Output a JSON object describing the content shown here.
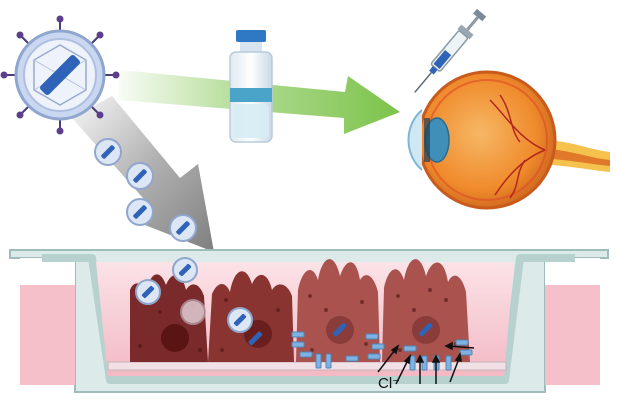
{
  "diagram": {
    "elements": [
      {
        "name": "virus-particle",
        "icon": "aav-capsid-icon"
      },
      {
        "name": "medication-vial",
        "icon": "vial-icon"
      },
      {
        "name": "syringe",
        "icon": "syringe-icon"
      },
      {
        "name": "eye-cross-section",
        "icon": "eye-icon"
      },
      {
        "name": "culture-well",
        "icon": "culture-dish-icon"
      },
      {
        "name": "transduced-cells",
        "icon": "epithelial-cell-icon"
      }
    ],
    "ion_label": "Cl⁻"
  },
  "colors": {
    "green_arrow": "#7cc34a",
    "gray_arrow": "#9a9a9a",
    "virus_blue": "#2f63b8",
    "virus_ring": "#c9d8f0",
    "cell_dark": "#7a2a2a",
    "cell_light": "#a9524e",
    "medium_pink": "#f6c9d2",
    "channel_blue": "#7fb2e0",
    "eye_orange": "#f08a2c"
  }
}
